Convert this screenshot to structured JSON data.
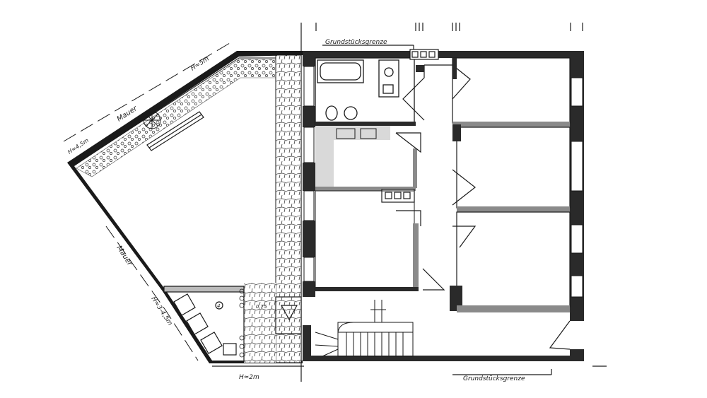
{
  "labels": {
    "boundary_top": "Grundstücksgrenze",
    "boundary_bottom": "Grundstücksgrenze",
    "wall_top_left": "Mauer",
    "wall_left": "Mauer",
    "height_top": "H≈5m",
    "height_corner": "H≈4,5m",
    "height_left": "H≈3-4,5m",
    "height_bottom": "H≈2m",
    "level_mark": "0,75",
    "tree_mark": "4"
  },
  "colors": {
    "line": "#1a1a1a",
    "wall_fill": "#2a2a2a",
    "kitchen_counter": "#d9d9d9",
    "partition": "#8a8a8a"
  }
}
